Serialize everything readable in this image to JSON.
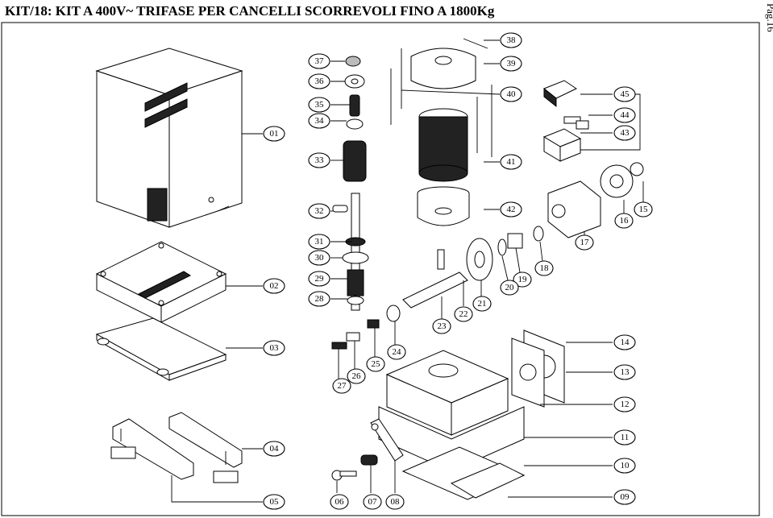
{
  "title": "KIT/18: KIT A 400V~ TRIFASE PER CANCELLI SCORREVOLI FINO A 1800Kg",
  "page": "Pag.16",
  "labels": [
    "01",
    "02",
    "03",
    "04",
    "05",
    "06",
    "07",
    "08",
    "09",
    "10",
    "11",
    "12",
    "13",
    "14",
    "15",
    "16",
    "17",
    "18",
    "19",
    "20",
    "21",
    "22",
    "23",
    "24",
    "25",
    "26",
    "27",
    "28",
    "29",
    "30",
    "31",
    "32",
    "33",
    "34",
    "35",
    "36",
    "37",
    "38",
    "39",
    "40",
    "41",
    "42",
    "43",
    "44",
    "45"
  ]
}
